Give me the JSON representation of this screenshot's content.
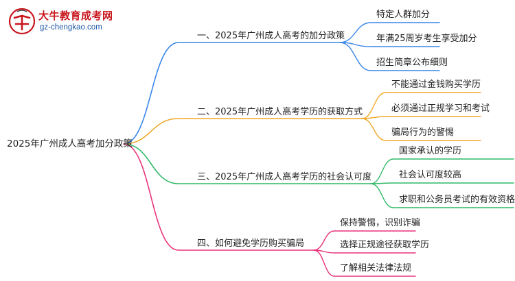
{
  "logo": {
    "title": "大牛教育成考网",
    "url": "gz-chengkao.com",
    "mark_color": "#c8161d",
    "url_color": "#1e5aa8"
  },
  "mindmap": {
    "root": "2025年广州成人高考加分政策",
    "branches": [
      {
        "label": "一、2025年广州成人高考的加分政策",
        "color": "#3a86e8",
        "children": [
          "特定人群加分",
          "年满25周岁考生享受加分",
          "招生简章公布细则"
        ]
      },
      {
        "label": "二、2025年广州成人高考学历的获取方式",
        "color": "#f0a92c",
        "children": [
          "不能通过金钱购买学历",
          "必须通过正规学习和考试",
          "骗局行为的警惕"
        ]
      },
      {
        "label": "三、2025年广州成人高考学历的社会认可度",
        "color": "#2fb866",
        "children": [
          "国家承认的学历",
          "社会认可度较高",
          "求职和公务员考试的有效资格"
        ]
      },
      {
        "label": "四、如何避免学历购买骗局",
        "color": "#e8337a",
        "children": [
          "保持警惕，识别诈骗",
          "选择正规途径获取学历",
          "了解相关法律法规"
        ]
      }
    ]
  }
}
